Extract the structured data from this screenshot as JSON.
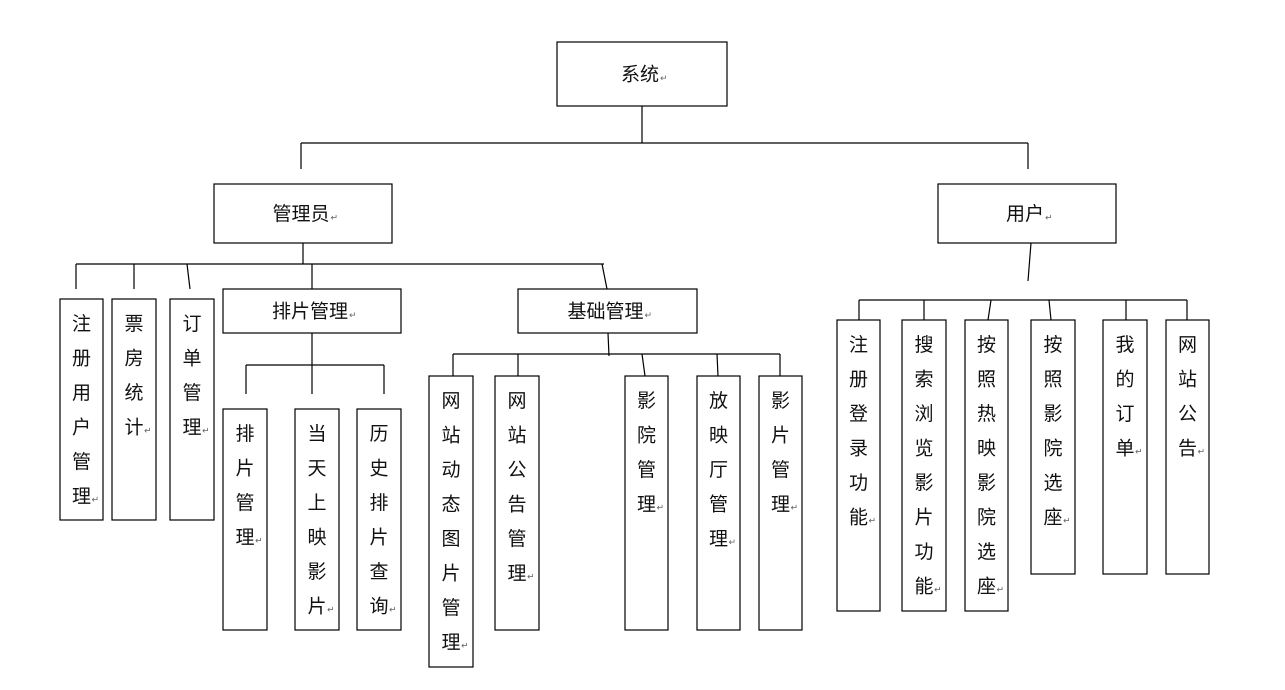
{
  "diagram": {
    "type": "hierarchy",
    "root": {
      "id": "root",
      "label": "系统",
      "orient": "h",
      "children": [
        {
          "id": "admin",
          "label": "管理员",
          "orient": "h",
          "children": [
            {
              "id": "reg-user-mgmt",
              "label": "注册用户管理",
              "orient": "v"
            },
            {
              "id": "box-office",
              "label": "票房统计",
              "orient": "v"
            },
            {
              "id": "order-mgmt",
              "label": "订单管理",
              "orient": "v"
            },
            {
              "id": "schedule-mgmt",
              "label": "排片管理",
              "orient": "h",
              "children": [
                {
                  "id": "schedule-sub",
                  "label": "排片管理",
                  "orient": "v"
                },
                {
                  "id": "today-movies",
                  "label": "当天上映影片",
                  "orient": "v"
                },
                {
                  "id": "history-query",
                  "label": "历史排片查询",
                  "orient": "v"
                }
              ]
            },
            {
              "id": "basic-mgmt",
              "label": "基础管理",
              "orient": "h",
              "children": [
                {
                  "id": "site-news-img",
                  "label": "网站动态图片管理",
                  "orient": "v"
                },
                {
                  "id": "site-notice-mgmt",
                  "label": "网站公告管理",
                  "orient": "v"
                },
                {
                  "id": "cinema-mgmt",
                  "label": "影院管理",
                  "orient": "v"
                },
                {
                  "id": "hall-mgmt",
                  "label": "放映厅管理",
                  "orient": "v"
                },
                {
                  "id": "movie-mgmt",
                  "label": "影片管理",
                  "orient": "v"
                }
              ]
            }
          ]
        },
        {
          "id": "user",
          "label": "用户",
          "orient": "h",
          "children": [
            {
              "id": "register-login",
              "label": "注册登录功能",
              "orient": "v"
            },
            {
              "id": "search-browse",
              "label": "搜索浏览影片功能",
              "orient": "v"
            },
            {
              "id": "hot-seat",
              "label": "按照热映影院选座",
              "orient": "v"
            },
            {
              "id": "cinema-seat",
              "label": "按照影院选座",
              "orient": "v"
            },
            {
              "id": "my-orders",
              "label": "我的订单",
              "orient": "v"
            },
            {
              "id": "site-notice",
              "label": "网站公告",
              "orient": "v"
            }
          ]
        }
      ]
    },
    "return_mark": "↵"
  }
}
